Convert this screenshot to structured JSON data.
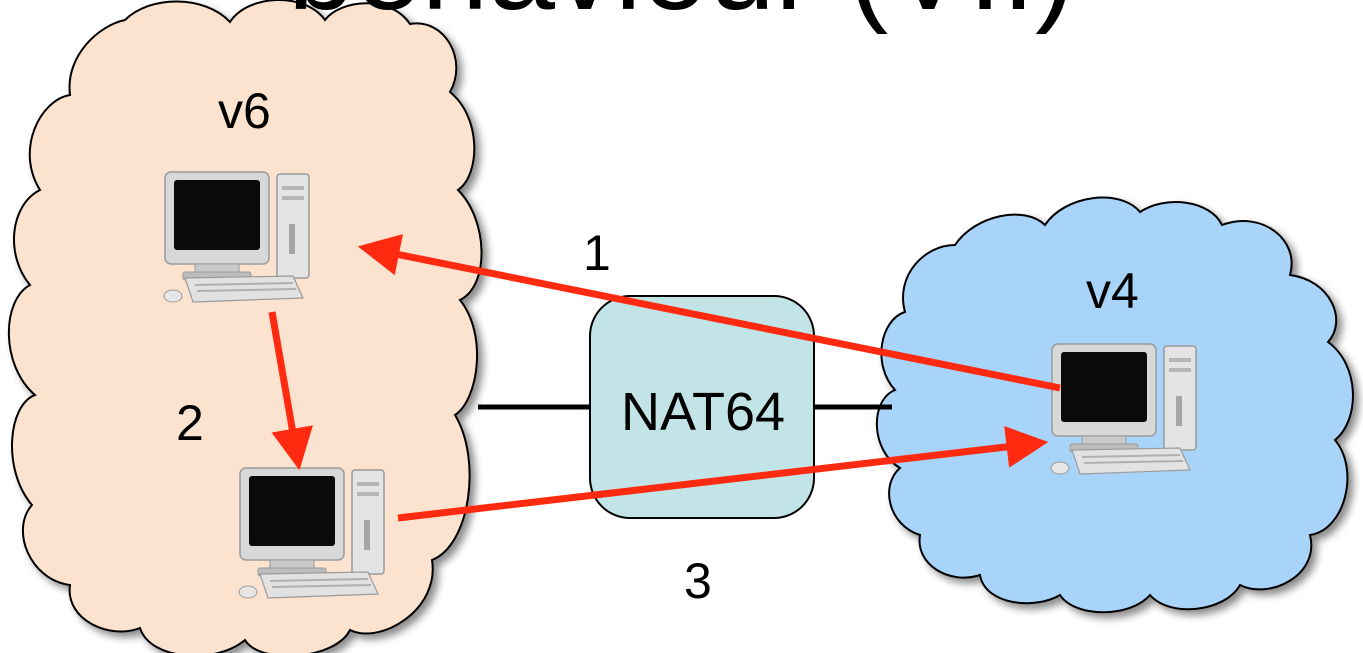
{
  "title": "behaviour (VII)",
  "clouds": {
    "left": {
      "label": "v6",
      "fill": "#FCE3CF"
    },
    "right": {
      "label": "v4",
      "fill": "#A9D4FA"
    }
  },
  "nat": {
    "label": "NAT64",
    "fill": "#C2E4E6"
  },
  "steps": {
    "one": "1",
    "two": "2",
    "three": "3"
  },
  "colors": {
    "arrow": "#FF2A10",
    "link": "#000000",
    "outline": "#000000"
  },
  "icons": [
    "desktop-computer-icon",
    "desktop-computer-icon",
    "desktop-computer-icon"
  ]
}
